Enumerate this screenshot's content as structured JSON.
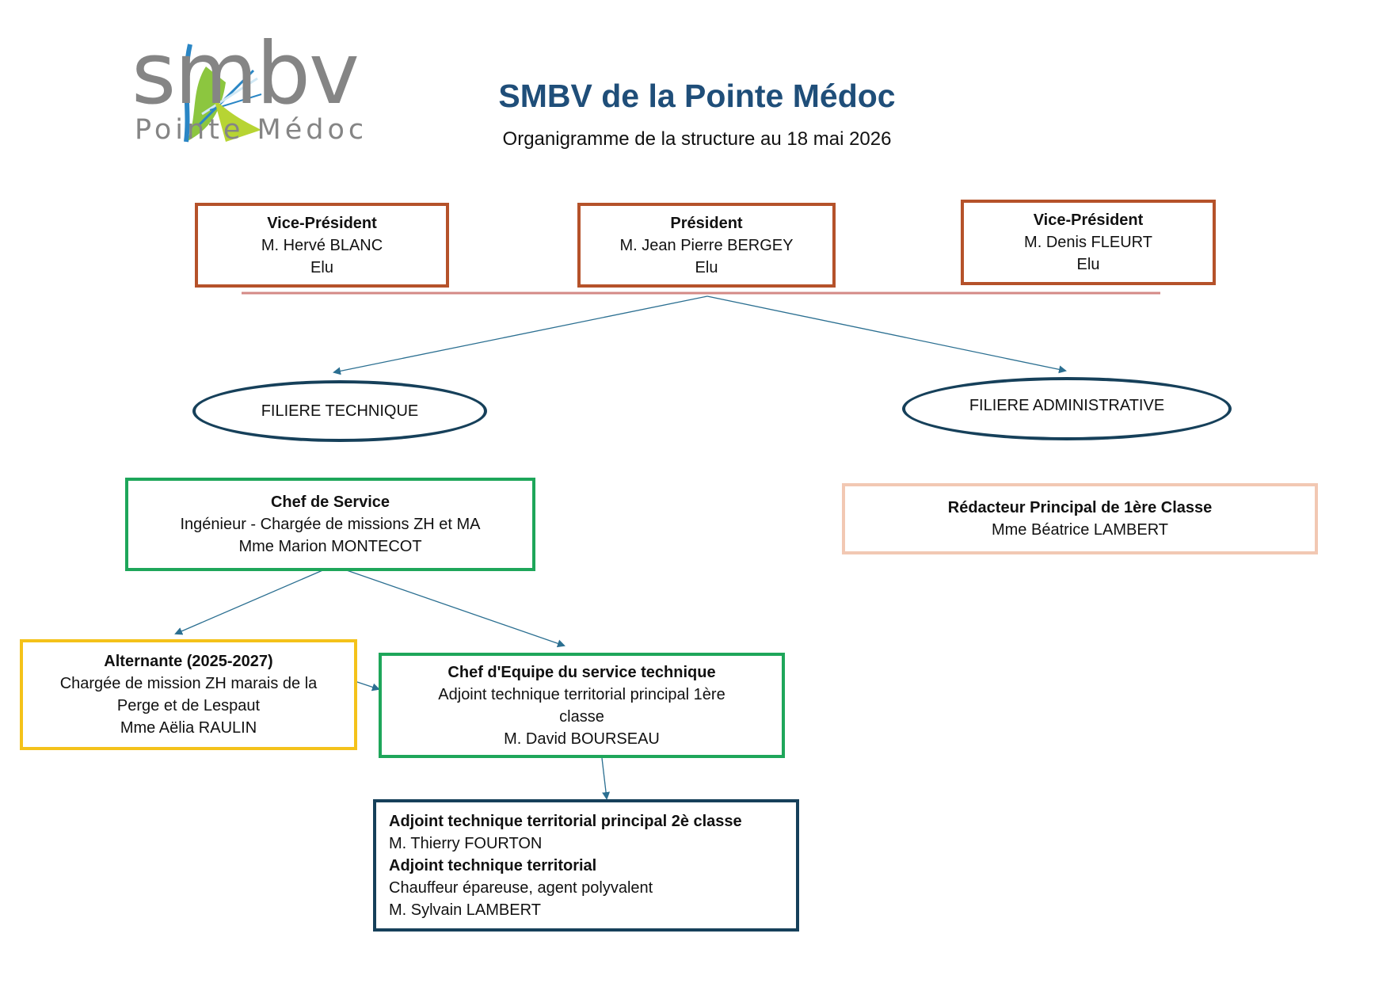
{
  "logo": {
    "word": "smbv",
    "subtitle": "Pointe Médoc",
    "icon": "leaf-logo-icon"
  },
  "header": {
    "title": "SMBV de la Pointe Médoc",
    "subtitle": "Organigramme de la structure au 18 mai 2026"
  },
  "colors": {
    "title": "#1f4e79",
    "elected_border": "#b5522a",
    "elected_line": "#d48a86",
    "technical_border": "#1ea65a",
    "apprentice_border": "#f4c21a",
    "admin_border": "#f2c8b3",
    "navy": "#16405a",
    "arrow": "#2b6f91"
  },
  "elected": {
    "vp_left": {
      "role": "Vice-Président",
      "name": "M. Hervé BLANC",
      "status": "Elu"
    },
    "president": {
      "role": "Président",
      "name": "M. Jean Pierre BERGEY",
      "status": "Elu"
    },
    "vp_right": {
      "role": "Vice-Président",
      "name": "M. Denis FLEURT",
      "status": "Elu"
    }
  },
  "branches": {
    "technique": "FILIERE TECHNIQUE",
    "administrative": "FILIERE ADMINISTRATIVE"
  },
  "chef_service": {
    "role": "Chef de Service",
    "position": "Ingénieur - Chargée de missions ZH et MA",
    "name": "Mme Marion MONTECOT"
  },
  "redacteur": {
    "role": "Rédacteur Principal de 1ère Classe",
    "name": "Mme Béatrice LAMBERT"
  },
  "alternante": {
    "role": "Alternante (2025-2027)",
    "line1": "Chargée de mission ZH marais de la",
    "line2": "Perge et de Lespaut",
    "name": "Mme Aëlia RAULIN"
  },
  "chef_equipe": {
    "role": "Chef d'Equipe du service technique",
    "line1": "Adjoint technique territorial principal 1ère",
    "line2": "classe",
    "name": "M. David BOURSEAU"
  },
  "adjoints": {
    "role1": "Adjoint technique territorial principal 2è classe",
    "name1": "M. Thierry FOURTON",
    "role2": "Adjoint technique territorial",
    "position2": "Chauffeur épareuse, agent polyvalent",
    "name2": "M. Sylvain LAMBERT"
  }
}
